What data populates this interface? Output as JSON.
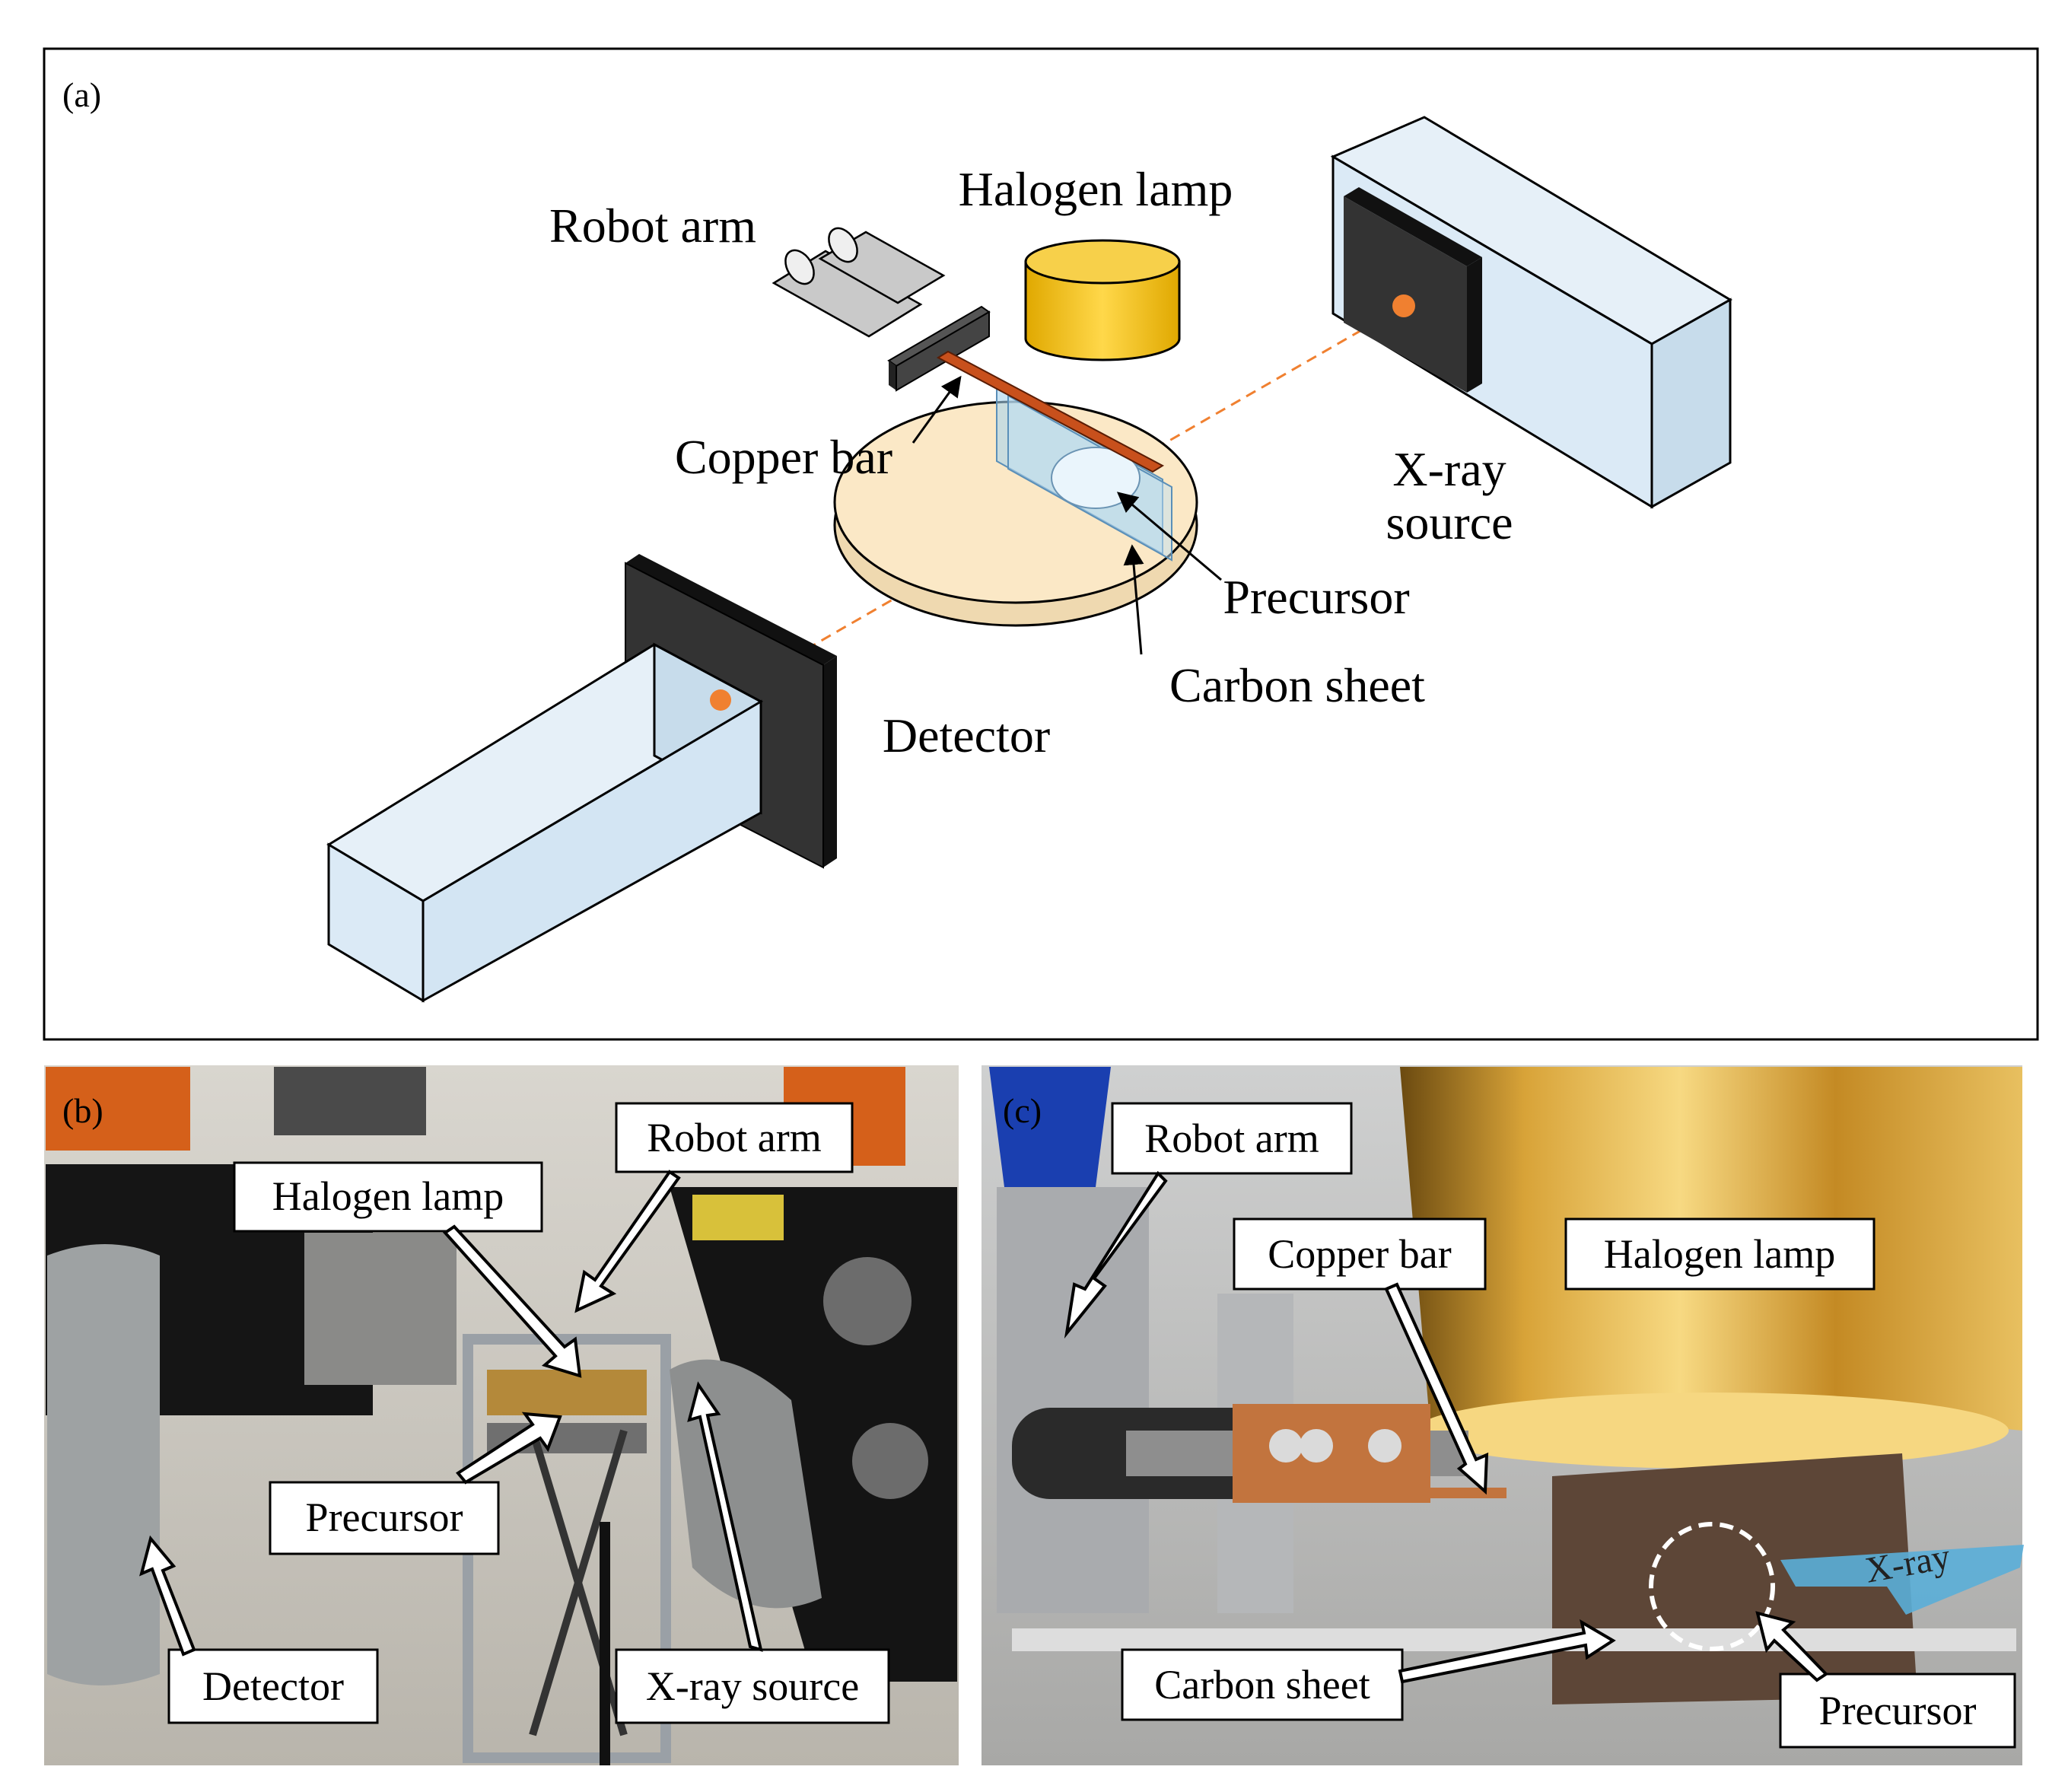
{
  "panel_a": {
    "tag": "(a)",
    "labels": {
      "robot_arm": "Robot arm",
      "halogen_lamp": "Halogen lamp",
      "copper_bar": "Copper bar",
      "xray_source_line1": "X-ray",
      "xray_source_line2": "source",
      "precursor": "Precursor",
      "carbon_sheet": "Carbon sheet",
      "detector": "Detector"
    }
  },
  "panel_b": {
    "tag": "(b)",
    "labels": {
      "robot_arm": "Robot arm",
      "halogen_lamp": "Halogen lamp",
      "precursor": "Precursor",
      "detector": "Detector",
      "xray_source": "X-ray source"
    }
  },
  "panel_c": {
    "tag": "(c)",
    "labels": {
      "robot_arm": "Robot arm",
      "copper_bar": "Copper bar",
      "halogen_lamp": "Halogen lamp",
      "carbon_sheet": "Carbon sheet",
      "precursor": "Precursor",
      "xray": "X-ray"
    }
  },
  "colors": {
    "box_fill": "#dbeaf6",
    "dark_panel": "#333333",
    "beam": "#f08030",
    "lamp": "#f2c21b",
    "copper": "#c8501c",
    "stage": "#fbe8c6",
    "xray_arrow": "#5aaed8"
  }
}
